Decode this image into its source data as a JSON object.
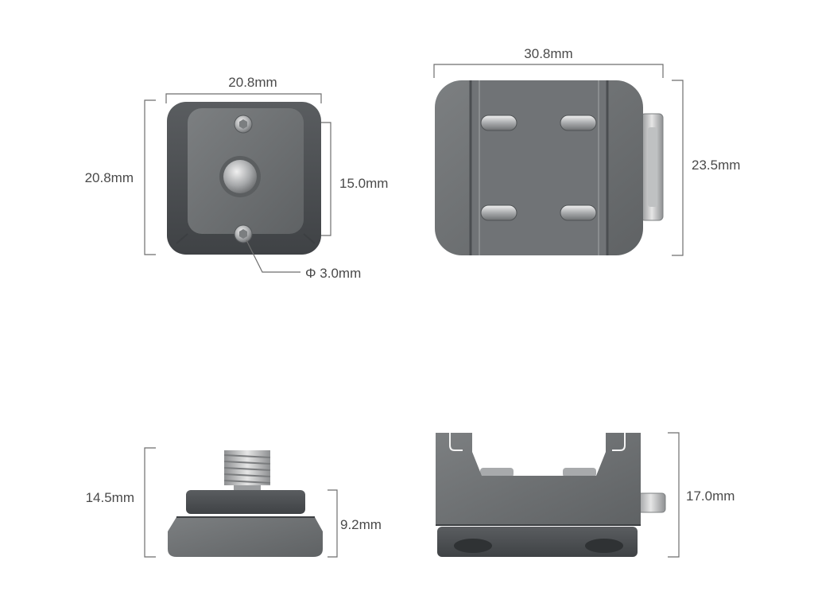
{
  "colors": {
    "dimension_line": "#6e6e6e",
    "dimension_text": "#4a4a4a",
    "metal_dark": "#4d5053",
    "metal_face": "#6b6e70",
    "background": "#ffffff"
  },
  "top_left_view": {
    "width_label": "20.8mm",
    "height_label": "20.8mm",
    "inner_height_label": "15.0mm",
    "hole_label": "Φ 3.0mm"
  },
  "top_right_view": {
    "width_label": "30.8mm",
    "height_label": "23.5mm"
  },
  "bottom_left_view": {
    "total_height_label": "14.5mm",
    "base_height_label": "9.2mm"
  },
  "bottom_right_view": {
    "height_label": "17.0mm"
  }
}
